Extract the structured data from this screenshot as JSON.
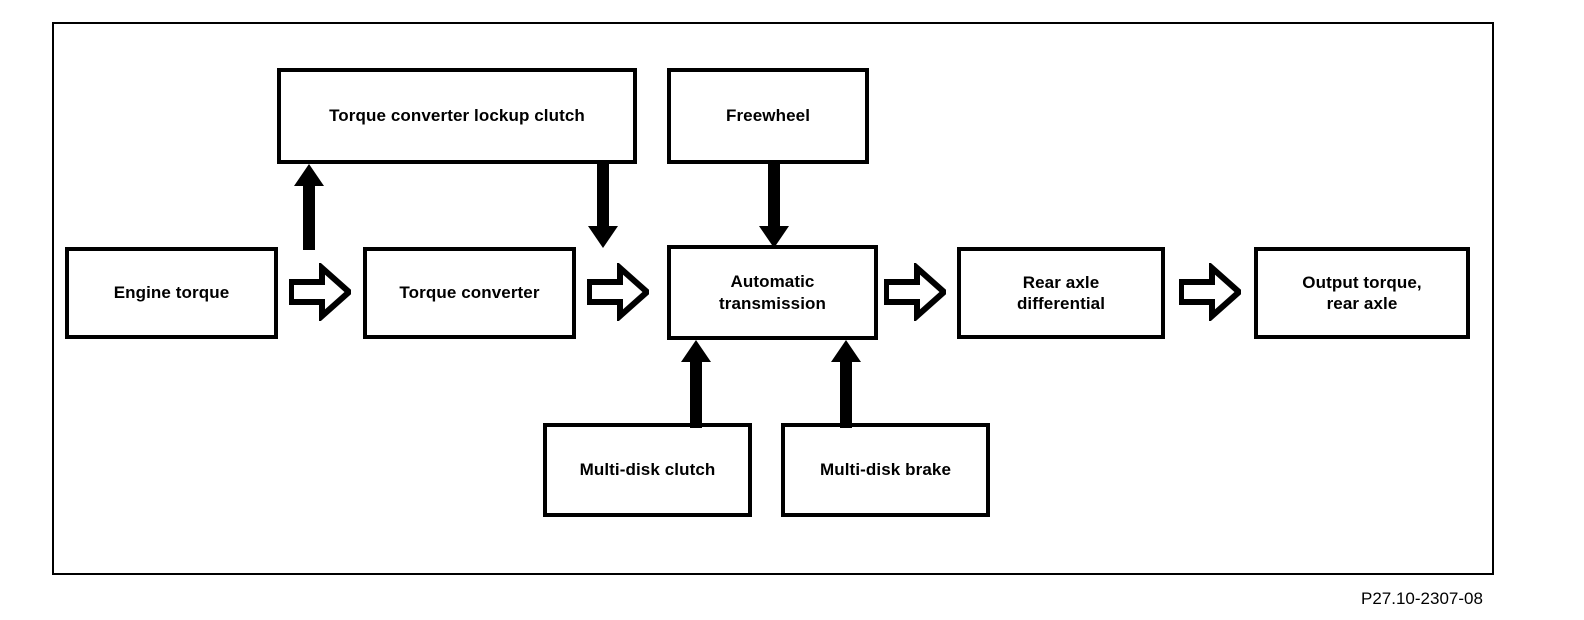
{
  "diagram": {
    "caption": "P27.10-2307-08",
    "colors": {
      "stroke": "#000000",
      "fill": "#ffffff",
      "background": "#ffffff"
    },
    "nodes": {
      "engine_torque": {
        "label": "Engine torque"
      },
      "torque_converter": {
        "label": "Torque converter"
      },
      "torque_converter_lockup_clutch": {
        "label": "Torque converter lockup clutch"
      },
      "freewheel": {
        "label": "Freewheel"
      },
      "automatic_transmission": {
        "label": "Automatic\ntransmission"
      },
      "multi_disk_clutch": {
        "label": "Multi-disk clutch"
      },
      "multi_disk_brake": {
        "label": "Multi-disk brake"
      },
      "rear_axle_differential": {
        "label": "Rear axle\ndifferential"
      },
      "output_torque_rear_axle": {
        "label": "Output torque,\nrear axle"
      }
    },
    "flow_arrows": [
      {
        "name": "engine-to-converter",
        "direction": "right",
        "style": "hollow"
      },
      {
        "name": "converter-to-transmission",
        "direction": "right",
        "style": "hollow"
      },
      {
        "name": "transmission-to-differential",
        "direction": "right",
        "style": "hollow"
      },
      {
        "name": "differential-to-output",
        "direction": "right",
        "style": "hollow"
      }
    ],
    "connector_arrows": [
      {
        "name": "converter-to-lockup-clutch",
        "direction": "up",
        "style": "solid"
      },
      {
        "name": "lockup-clutch-to-transmission",
        "direction": "down",
        "style": "solid"
      },
      {
        "name": "freewheel-to-transmission",
        "direction": "down",
        "style": "solid"
      },
      {
        "name": "multi-disk-clutch-to-transmission",
        "direction": "up",
        "style": "solid"
      },
      {
        "name": "multi-disk-brake-to-transmission",
        "direction": "up",
        "style": "solid"
      }
    ]
  }
}
